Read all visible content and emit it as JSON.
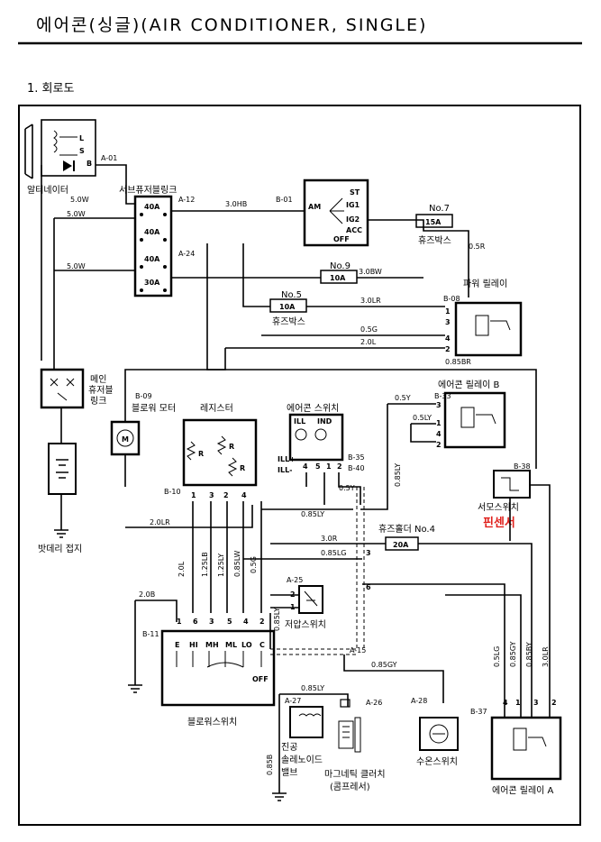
{
  "title": "에어콘(싱글)(AIR CONDITIONER, SINGLE)",
  "section": "1. 회로도",
  "components": {
    "alternator": "알터네이터",
    "alt_terminals": [
      "L",
      "S",
      "B"
    ],
    "sub_fusible_link": "서브퓨저블링크",
    "sub_fuses": [
      "40A",
      "40A",
      "40A",
      "30A"
    ],
    "ignition_terms": [
      "AM",
      "ST",
      "IG1",
      "IG2",
      "ACC",
      "OFF"
    ],
    "fuse_box_1": "휴즈박스",
    "fuse_box_2": "휴즈박스",
    "fuse_no7": "No.7",
    "fuse_no7_val": "15A",
    "fuse_no9": "No.9",
    "fuse_no9_val": "10A",
    "fuse_no5": "No.5",
    "fuse_no5_val": "10A",
    "power_relay": "파워 릴레이",
    "main_fusible_link_1": "메인",
    "main_fusible_link_2": "휴저블",
    "main_fusible_link_3": "링크",
    "blower_motor": "블로워 모터",
    "resistor": "레지스터",
    "ac_switch": "에어콘 스위치",
    "ac_switch_terms": [
      "ILL",
      "IND"
    ],
    "ac_relay_b": "에어콘 릴레이 B",
    "thermo_switch": "서모스위치",
    "pin_sensor": "핀센서",
    "battery_ground": "밧데리 접지",
    "fuse_holder": "휴즈홀더 No.4",
    "fuse_holder_val": "20A",
    "low_pressure_switch": "저압스위치",
    "blower_switch": "블로워스위치",
    "blower_switch_terms": [
      "E",
      "HI",
      "MH",
      "ML",
      "LO",
      "C",
      "OFF"
    ],
    "vacuum_solenoid_1": "진공",
    "vacuum_solenoid_2": "솔레노이드",
    "vacuum_solenoid_3": "밸브",
    "magnetic_clutch_1": "마그네틱 클러치",
    "magnetic_clutch_2": "(콤프레서)",
    "water_temp_switch": "수온스위치",
    "ac_relay_a": "에어콘 릴레이 A"
  },
  "connectors": {
    "a01": "A-01",
    "a12": "A-12",
    "a24": "A-24",
    "b01": "B-01",
    "b08": "B-08",
    "b09": "B-09",
    "b10": "B-10",
    "b33": "B-33",
    "b35": "B-35",
    "b40": "B-40",
    "b38": "B-38",
    "a25": "A-25",
    "b11": "B-11",
    "a15": "A-15",
    "a27": "A-27",
    "a26": "A-26",
    "a28": "A-28",
    "b37": "B-37"
  },
  "wires": {
    "w1": "5.0W",
    "w2": "5.0W",
    "w3": "5.0W",
    "w4": "3.0HB",
    "w5": "0.5R",
    "w6": "3.0BW",
    "w7": "3.0LR",
    "w8": "0.5G",
    "w9": "2.0L",
    "w10": "0.85BR",
    "w11": "0.5Y",
    "w12": "0.5LY",
    "w13": "0.85LY",
    "w14": "0.5Y",
    "w15": "0.85LY",
    "w16": "2.0LR",
    "w17": "3.0R",
    "w18": "0.85LG",
    "w19": "2.0B",
    "w20": "2.0L",
    "w21": "1.25LB",
    "w22": "1.25LY",
    "w23": "0.85LW",
    "w24": "0.5G",
    "w25": "0.85LY",
    "w26": "0.85GY",
    "w27": "0.85LY",
    "w28": "0.85B",
    "w29": "0.5LG",
    "w30": "0.85GY",
    "w31": "0.85BY",
    "w32": "3.0LR"
  },
  "resistor_marks": [
    "R",
    "R",
    "R"
  ],
  "motor_mark": "M",
  "colors": {
    "line": "#000000",
    "highlight": "#e0201c"
  }
}
